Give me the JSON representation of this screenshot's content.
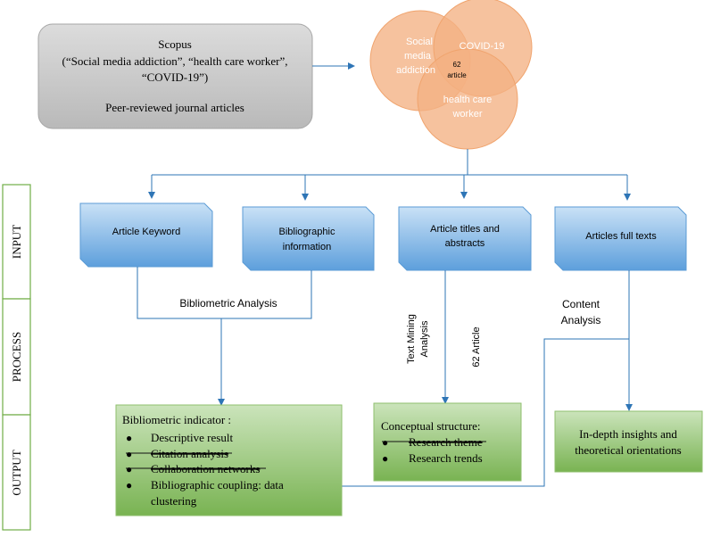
{
  "source_box": {
    "line1": "Scopus",
    "line2": "(“Social media addiction”, “health care worker”,",
    "line3": "“COVID-19”)",
    "line4": "Peer-reviewed journal articles"
  },
  "venn": {
    "circle1_line1": "Social",
    "circle1_line2": "media",
    "circle1_line3": "addiction",
    "circle2": "COVID-19",
    "circle3_line1": "health care",
    "circle3_line2": "worker",
    "center_line1": "62",
    "center_line2": "article"
  },
  "phases": {
    "input": "INPUT",
    "process": "PROCESS",
    "output": "OUTPUT"
  },
  "inputs": {
    "keyword": "Article Keyword",
    "biblio_line1": "Bibliographic",
    "biblio_line2": "information",
    "titles_line1": "Article titles and",
    "titles_line2": "abstracts",
    "fulltext": "Articles full texts"
  },
  "process": {
    "bibliometric": "Bibliometric Analysis",
    "textmining_line1": "Text Mining",
    "textmining_line2": "Analysis",
    "article62": "62 Article",
    "content_line1": "Content",
    "content_line2": "Analysis"
  },
  "outputs": {
    "indicator": {
      "title": "Bibliometric indicator :",
      "items": [
        {
          "text": "Descriptive result",
          "strike": false
        },
        {
          "text": "Citation analysis",
          "strike": true
        },
        {
          "text": "Collaboration networks",
          "strike": true
        },
        {
          "text": "Bibliographic coupling: data",
          "strike": false
        },
        {
          "text": "clustering",
          "strike": false
        }
      ]
    },
    "conceptual": {
      "title": "Conceptual structure:",
      "items": [
        {
          "text": "Research theme",
          "strike": true
        },
        {
          "text": "Research trends",
          "strike": false
        }
      ]
    },
    "insights_line1": "In-depth insights and",
    "insights_line2": "theoretical orientations"
  },
  "colors": {
    "grey_box": "#c8c8c8",
    "orange": "#f4b183",
    "blue_box_top": "#bdd7ee",
    "blue_box_bottom": "#5b9bd5",
    "green_box_top": "#c5e0b4",
    "green_box_bottom": "#70ad47",
    "connector": "#2e75b6",
    "phase_border": "#70ad47"
  }
}
